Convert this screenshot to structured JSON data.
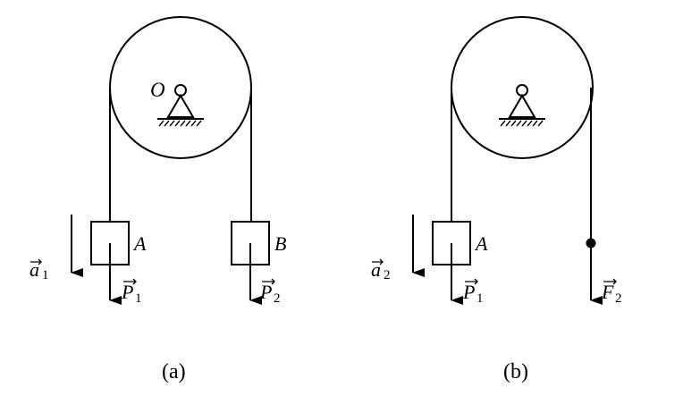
{
  "figure_a": {
    "caption": "(a)",
    "pivot_label": "O",
    "block_left": {
      "label": "A",
      "weight": "P",
      "weight_sub": "1"
    },
    "block_right": {
      "label": "B",
      "weight": "P",
      "weight_sub": "2"
    },
    "acceleration": {
      "symbol": "a",
      "sub": "1"
    }
  },
  "figure_b": {
    "caption": "(b)",
    "block_left": {
      "label": "A",
      "weight": "P",
      "weight_sub": "1"
    },
    "force": {
      "symbol": "F",
      "sub": "2"
    },
    "acceleration": {
      "symbol": "a",
      "sub": "2"
    }
  }
}
